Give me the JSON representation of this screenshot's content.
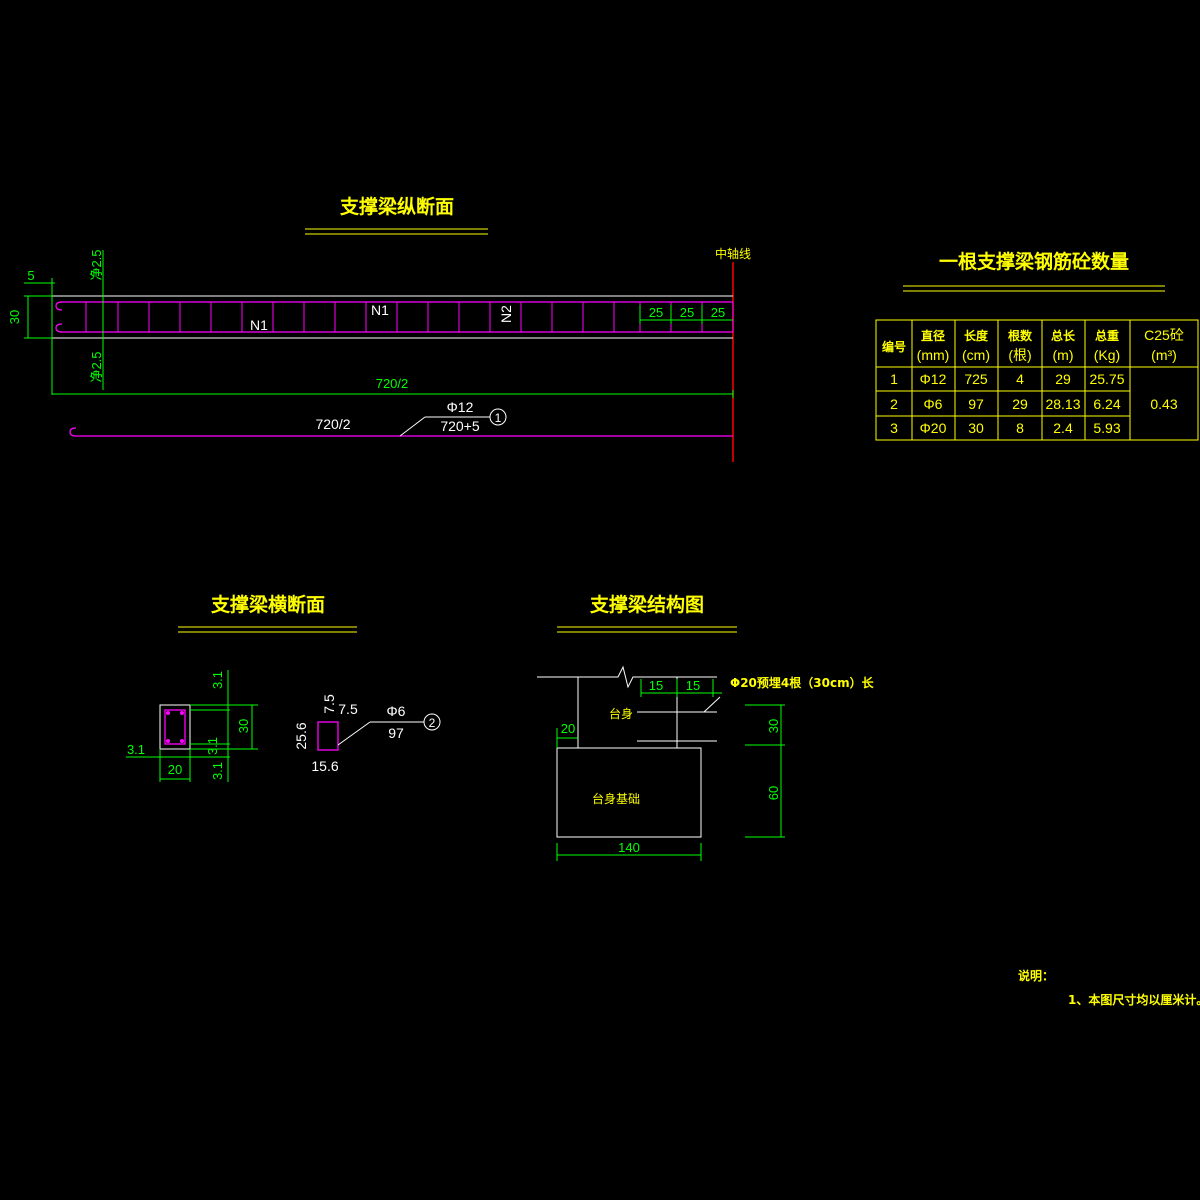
{
  "colors": {
    "background": "#000000",
    "title": "#ffff00",
    "dimension": "#00ff00",
    "rebar": "#ff00ff",
    "centerline": "#ff0000",
    "outline": "#ffffff"
  },
  "longitudinal": {
    "title": "支撑梁纵断面",
    "centerline_label": "中轴线",
    "dim_left_5": "5",
    "dim_height_30": "30",
    "cover_top": "净2.5",
    "cover_bottom": "净2.5",
    "n1_left": "N1",
    "n1_mid": "N1",
    "n2": "N2",
    "spacing": [
      "25",
      "25",
      "25"
    ],
    "half_length_dim": "720/2",
    "bar_half": "720/2",
    "bar_dia": "Φ12",
    "bar_length": "720+5",
    "bar_no": "1"
  },
  "cross": {
    "title": "支撑梁横断面",
    "cover_top": "3.1",
    "height": "30",
    "cover_left": "3.1",
    "cover_right_top": "3.1",
    "cover_right_bottom": "3.1",
    "width": "20",
    "stirrup_h": "25.6",
    "stirrup_hook": "7.5",
    "stirrup_hook2": "7.5",
    "stirrup_w": "15.6",
    "stirrup_dia": "Φ6",
    "stirrup_len": "97",
    "stirrup_no": "2"
  },
  "structure": {
    "title": "支撑梁结构图",
    "dim_15a": "15",
    "dim_15b": "15",
    "dowel_note": "Φ20预埋4根（30cm）长",
    "abutment": "台身",
    "foundation": "台身基础",
    "dim_20": "20",
    "dim_30": "30",
    "dim_60": "60",
    "dim_140": "140"
  },
  "table": {
    "title": "一根支撑梁钢筋砼数量",
    "headers": [
      {
        "l1": "编号",
        "l2": ""
      },
      {
        "l1": "直径",
        "l2": "(mm)"
      },
      {
        "l1": "长度",
        "l2": "(cm)"
      },
      {
        "l1": "根数",
        "l2": "(根)"
      },
      {
        "l1": "总长",
        "l2": "(m)"
      },
      {
        "l1": "总重",
        "l2": "(Kg)"
      },
      {
        "l1": "C25砼",
        "l2": "(m³)"
      }
    ],
    "rows": [
      [
        "1",
        "Φ12",
        "725",
        "4",
        "29",
        "25.75"
      ],
      [
        "2",
        "Φ6",
        "97",
        "29",
        "28.13",
        "6.24"
      ],
      [
        "3",
        "Φ20",
        "30",
        "8",
        "2.4",
        "5.93"
      ]
    ],
    "concrete": "0.43"
  },
  "notes": {
    "label": "说明：",
    "line1": "1、本图尺寸均以厘米计。"
  }
}
